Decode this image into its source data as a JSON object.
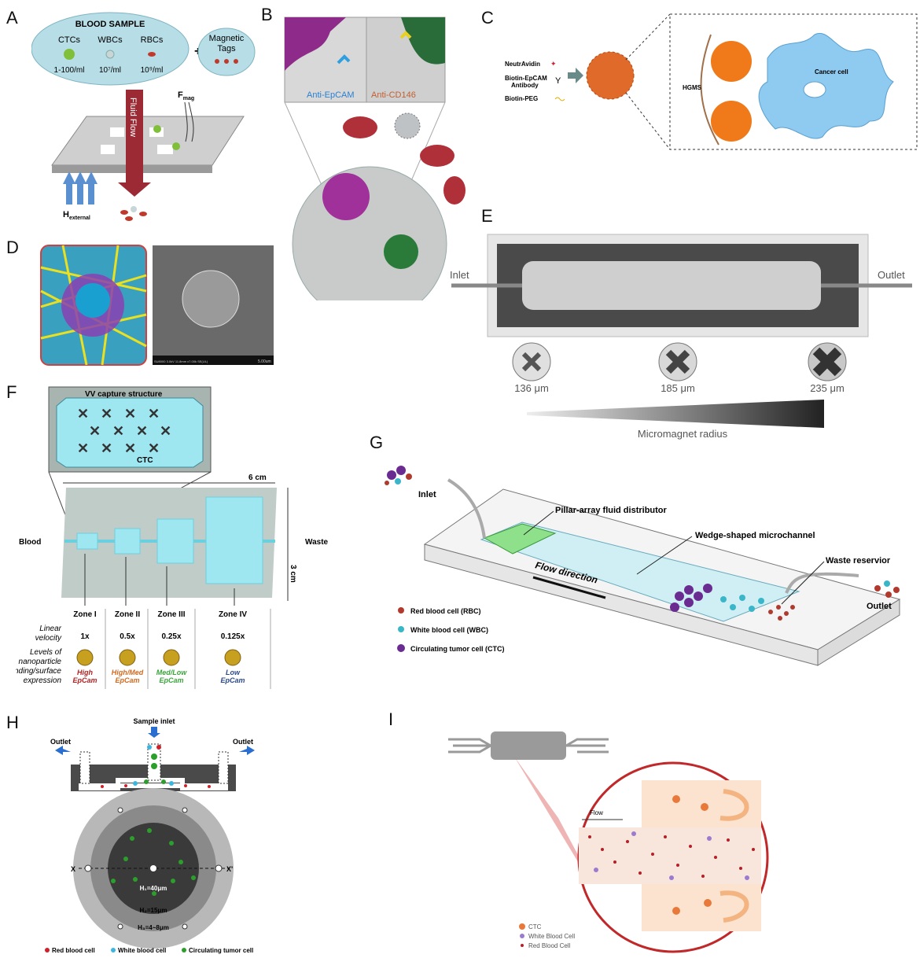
{
  "panel_letters": [
    "A",
    "B",
    "C",
    "D",
    "E",
    "F",
    "G",
    "H",
    "I"
  ],
  "panelA": {
    "title": "BLOOD SAMPLE",
    "cells": [
      {
        "name": "CTCs",
        "conc": "1-100/ml"
      },
      {
        "name": "WBCs",
        "conc": "10⁷/ml"
      },
      {
        "name": "RBCs",
        "conc": "10⁹/ml"
      }
    ],
    "plus": "+",
    "tags_line1": "Magnetic",
    "tags_line2": "Tags",
    "fluid_flow": "Fluid Flow",
    "f_mag": "F",
    "f_mag_sub": "mag",
    "h_ext": "H",
    "h_ext_sub": "external"
  },
  "panelB": {
    "label_left": "Anti-EpCAM",
    "label_right": "Anti-CD146"
  },
  "panelC": {
    "legend": [
      "NeutrAvidin",
      "Biotin-EpCAM",
      "Antibody",
      "Biotin-PEG"
    ],
    "hgms": "HGMS",
    "cancer_cell": "Cancer cell"
  },
  "panelD": {
    "sem_caption": "SU8000 3.0kV 11.8mm x7.00k SE(UL)",
    "scale": "5.00um"
  },
  "panelE": {
    "inlet": "Inlet",
    "outlet": "Outlet",
    "radii": [
      "136 μm",
      "185 μm",
      "235 μm"
    ],
    "axis_label": "Micromagnet radius"
  },
  "panelF": {
    "vv_label": "VV capture structure",
    "ctc": "CTC",
    "width": "6 cm",
    "height": "3 cm",
    "blood": "Blood",
    "waste": "Waste",
    "zones": [
      {
        "name": "Zone I",
        "velocity": "1x",
        "expr1": "High",
        "expr2": "EpCam",
        "color": "#b22222"
      },
      {
        "name": "Zone II",
        "velocity": "0.5x",
        "expr1": "High/Med",
        "expr2": "EpCam",
        "color": "#d2691e"
      },
      {
        "name": "Zone III",
        "velocity": "0.25x",
        "expr1": "Med/Low",
        "expr2": "EpCam",
        "color": "#3aa63a"
      },
      {
        "name": "Zone IV",
        "velocity": "0.125x",
        "expr1": "Low",
        "expr2": "EpCam",
        "color": "#2b4a8b"
      }
    ],
    "row1_a": "Linear",
    "row1_b": "velocity",
    "row2_a": "Levels of",
    "row2_b": "nanoparticle",
    "row2_c": "binding/surface",
    "row2_d": "expression"
  },
  "panelG": {
    "inlet": "Inlet",
    "pillar": "Pillar-array  fluid distributor",
    "wedge": "Wedge-shaped microchannel",
    "flow": "Flow direction",
    "waste": "Waste reservior",
    "outlet": "Outlet",
    "legend": [
      {
        "label": "Red blood cell (RBC)",
        "color": "#b03a2e"
      },
      {
        "label": "White blood cell (WBC)",
        "color": "#3bb6c9"
      },
      {
        "label": "Circulating tumor cell (CTC)",
        "color": "#6a2c91"
      }
    ]
  },
  "panelH": {
    "sample_inlet": "Sample inlet",
    "outlet_left": "Outlet",
    "outlet_right": "Outlet",
    "x_left": "X",
    "x_right": "X'",
    "h1": "H₁=40μm",
    "h2": "H₂=15μm",
    "h3": "H₃=4~8μm",
    "legend": [
      {
        "label": "Red blood cell",
        "color": "#d0202a"
      },
      {
        "label": "White blood cell",
        "color": "#3bb6e0"
      },
      {
        "label": "Circulating tumor cell",
        "color": "#2aa02a"
      }
    ]
  },
  "panelI": {
    "flow": "Flow",
    "legend": [
      {
        "label": "CTC",
        "color": "#e8793a"
      },
      {
        "label": "White Blood Cell",
        "color": "#9b7bd1"
      },
      {
        "label": "Red Blood Cell",
        "color": "#b3202a"
      }
    ]
  }
}
